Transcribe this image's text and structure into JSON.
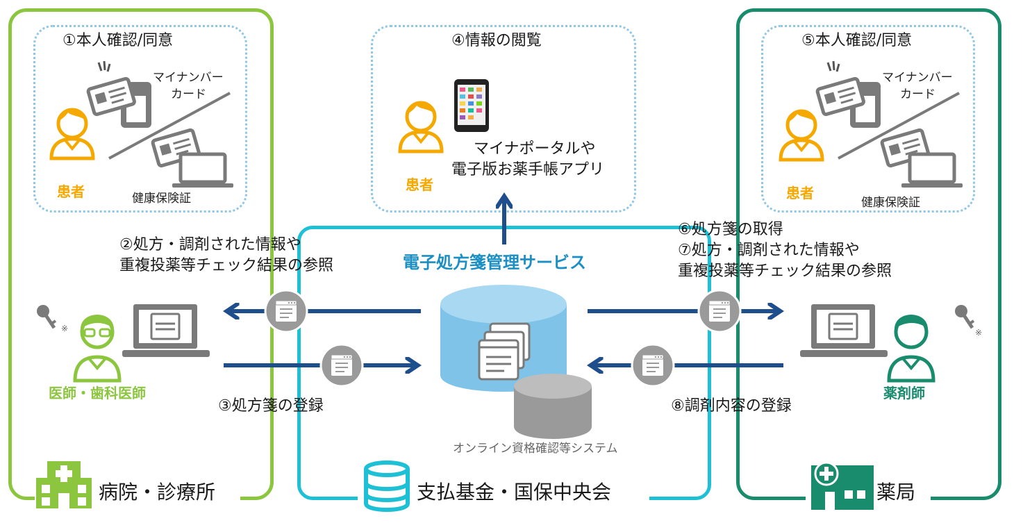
{
  "hospital": {
    "step1": "①本人確認/同意",
    "card_label_1": "マイナンバー",
    "card_label_2": "カード",
    "insurance_label": "健康保険証",
    "patient_label": "患者",
    "doctor_label": "医師・歯科医師",
    "footer": "病院・診療所",
    "note": "※"
  },
  "portal": {
    "step4": "④情報の閲覧",
    "app_line1": "マイナポータルや",
    "app_line2": "電子版お薬手帳アプリ",
    "patient_label": "患者"
  },
  "pharmacy": {
    "step5": "⑤本人確認/同意",
    "card_label_1": "マイナンバー",
    "card_label_2": "カード",
    "insurance_label": "健康保険証",
    "patient_label": "患者",
    "pharmacist_label": "薬剤師",
    "footer": "薬局",
    "note": "※"
  },
  "center": {
    "step2_line1": "②処方・調剤された情報や",
    "step2_line2": "重複投薬等チェック結果の参照",
    "step3": "③処方箋の登録",
    "step6": "⑥処方箋の取得",
    "step7_line1": "⑦処方・調剤された情報や",
    "step7_line2": "重複投薬等チェック結果の参照",
    "step8": "⑧調剤内容の登録",
    "service_title": "電子処方箋管理サービス",
    "online_system": "オンライン資格確認等システム",
    "fund_footer": "支払基金・国保中央会"
  },
  "colors": {
    "hospital": "#8cc63f",
    "pharmacy": "#1a8c6e",
    "fund": "#1ec0d6",
    "patient": "#f5a800",
    "arrow": "#1f4e8c",
    "service": "#1b8fc4",
    "database": "#7fc4e8"
  }
}
